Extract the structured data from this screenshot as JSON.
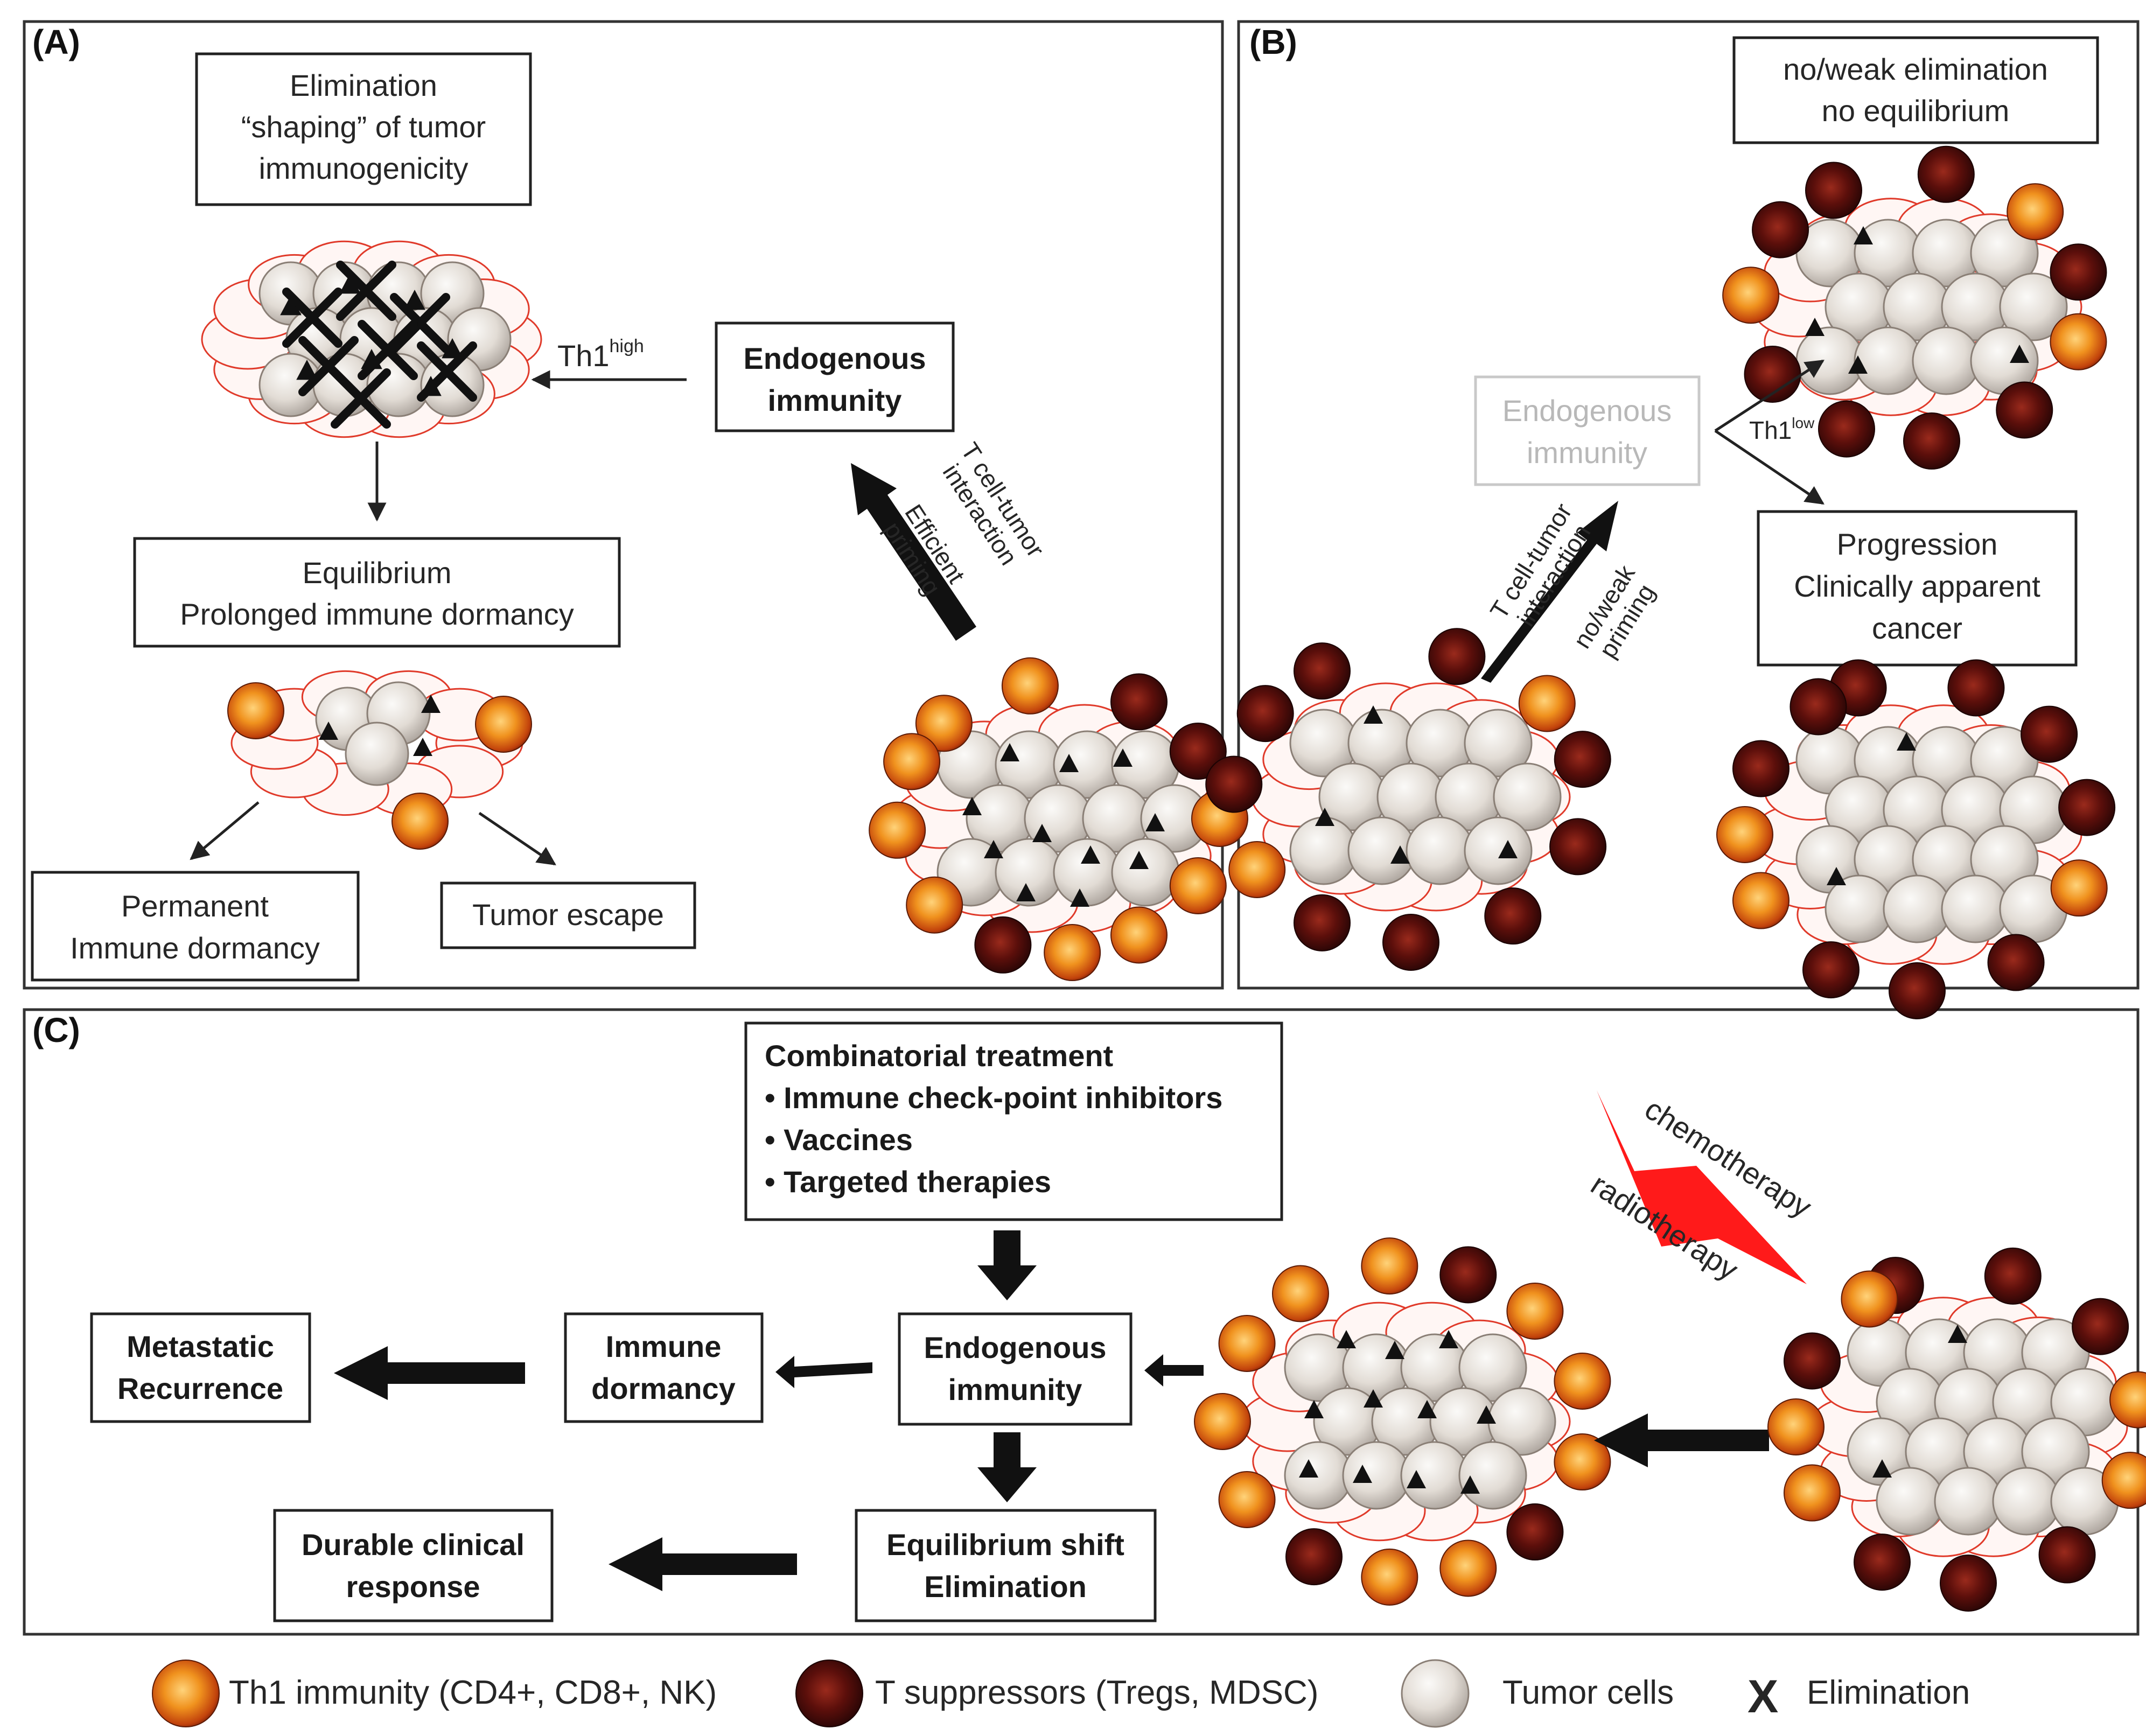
{
  "panels": {
    "a_label": "(A)",
    "b_label": "(B)",
    "c_label": "(C)"
  },
  "panel_a": {
    "elimination_box": [
      "Elimination",
      "“shaping” of tumor",
      "immunogenicity"
    ],
    "endogenous_box": [
      "Endogenous",
      "immunity"
    ],
    "th1_high_label": "Th1",
    "th1_high_sup": "high",
    "equilibrium_box": [
      "Equilibrium",
      "Prolonged immune dormancy"
    ],
    "permanent_box": [
      "Permanent",
      "Immune dormancy"
    ],
    "escape_box": "Tumor escape",
    "arrow_labels": [
      "T cell-tumor",
      "interaction",
      "Efficient",
      "priming"
    ]
  },
  "panel_b": {
    "no_elimination_box": [
      "no/weak elimination",
      "no equilibrium"
    ],
    "endogenous_box": [
      "Endogenous",
      "immunity"
    ],
    "th1_low_label": "Th1",
    "th1_low_sup": "low",
    "progression_box": [
      "Progression",
      "Clinically apparent",
      "cancer"
    ],
    "arrow_labels": [
      "T cell-tumor",
      "interaction",
      "no/weak",
      "priming"
    ]
  },
  "panel_c": {
    "treatment_title": "Combinatorial treatment",
    "treatment_items": [
      "• Immune check-point inhibitors",
      "• Vaccines",
      "• Targeted therapies"
    ],
    "chemo_label": "chemotherapy",
    "radio_label": "radiotherapy",
    "endogenous_box": [
      "Endogenous",
      "immunity"
    ],
    "immune_dormancy_box": [
      "Immune",
      "dormancy"
    ],
    "metastatic_box": [
      "Metastatic",
      "Recurrence"
    ],
    "equilibrium_shift_box": [
      "Equilibrium shift",
      "Elimination"
    ],
    "durable_box": [
      "Durable clinical",
      "response"
    ]
  },
  "legend": {
    "th1": "Th1 immunity (CD4+, CD8+, NK)",
    "suppressors": "T suppressors (Tregs, MDSC)",
    "tumor": "Tumor cells",
    "elimination_symbol": "X",
    "elimination": "Elimination"
  },
  "colors": {
    "th1_cell": "#e07a1a",
    "suppressor_cell": "#6e1410",
    "tumor_cell": "#e6e1dc",
    "stroma_outline": "#e03a2a",
    "lightning": "#ff1a1a"
  }
}
